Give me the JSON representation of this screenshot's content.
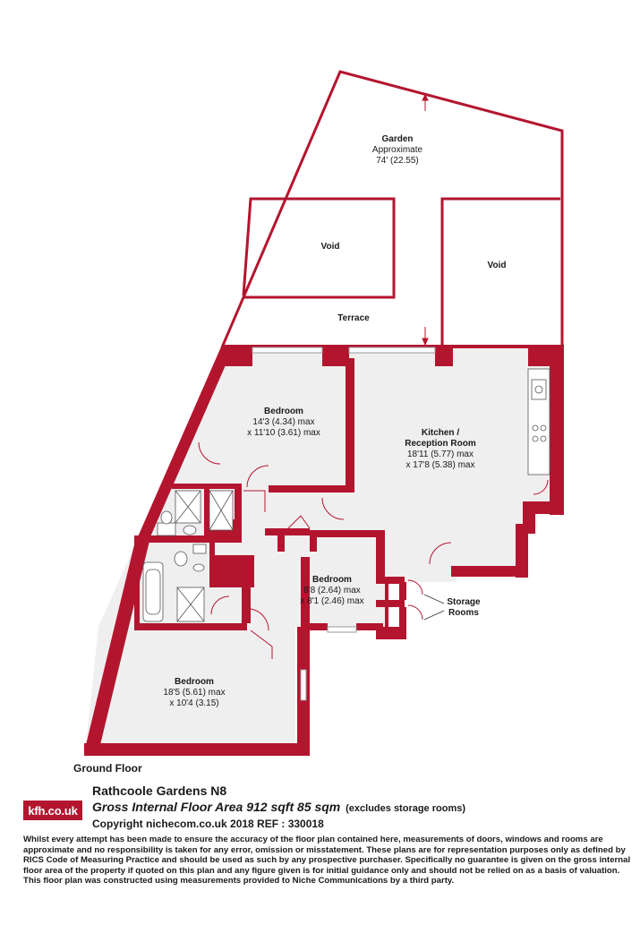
{
  "rooms": {
    "garden": {
      "name": "Garden",
      "line2": "Approximate",
      "dim1": "74' (22.55)"
    },
    "void_left": {
      "name": "Void"
    },
    "void_right": {
      "name": "Void"
    },
    "terrace": {
      "name": "Terrace"
    },
    "bedroom1": {
      "name": "Bedroom",
      "dim1": "14'3 (4.34) max",
      "dim2": "x 11'10 (3.61) max"
    },
    "kitchen": {
      "name": "Kitchen /",
      "name2": "Reception Room",
      "dim1": "18'11 (5.77) max",
      "dim2": "x 17'8 (5.38) max"
    },
    "bedroom2": {
      "name": "Bedroom",
      "dim1": "8'8 (2.64) max",
      "dim2": "x 8'1 (2.46) max"
    },
    "storage": {
      "name": "Storage",
      "name2": "Rooms"
    },
    "bedroom3": {
      "name": "Bedroom",
      "dim1": "18'5 (5.61) max",
      "dim2": "x 10'4 (3.15)"
    }
  },
  "floor_label": "Ground Floor",
  "footer": {
    "logo": "kfh.co.uk",
    "address": "Rathcoole Gardens  N8",
    "gia": "Gross Internal Floor Area 912 sqft 85 sqm",
    "gia_note": "(excludes storage rooms)",
    "copyright": "Copyright nichecom.co.uk 2018 REF : 330018",
    "disclaimer": "Whilst every attempt has been made to ensure the accuracy of the floor plan contained here, measurements of doors, windows and rooms are approximate and no responsibility is taken for any error, omission or misstatement.  These plans are for representation purposes only as defined by RICS Code of Measuring Practice and should be used as such by any prospective purchaser.  Specifically no guarantee is given on the gross internal floor area of the property if quoted on this plan and any figure given is for initial guidance only and should not be relied on as a basis of valuation.\nThis floor plan was constructed using measurements provided to Niche Communications by a third party."
  },
  "colors": {
    "wall": "#b3152f",
    "floor": "#f0efef"
  }
}
